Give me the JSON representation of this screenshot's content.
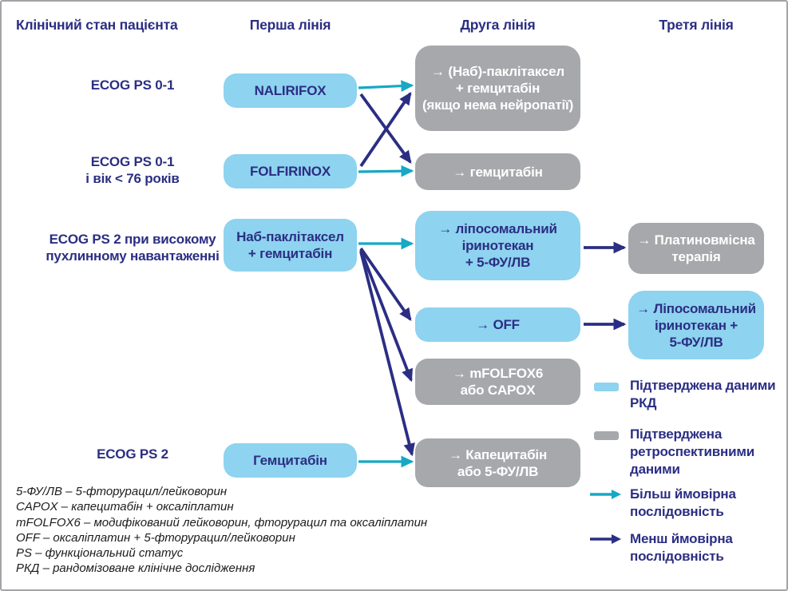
{
  "colors": {
    "navy": "#2b2e83",
    "cyan": "#16a8c4",
    "box_blue": "#8ed3ef",
    "box_gray": "#a6a8ab",
    "box_gray_text": "#ffffff",
    "footnote_text": "#1c1c1c",
    "frame_border": "#a2a4a7"
  },
  "columns": {
    "patient_state": "Клінічний стан пацієнта",
    "first_line": "Перша лінія",
    "second_line": "Друга лінія",
    "third_line": "Третя лінія"
  },
  "patient_states": [
    "ECOG PS 0-1",
    "ECOG PS 0-1\nі вік < 76 років",
    "ECOG PS 2 при високому\nпухлинному навантаженні",
    "ECOG PS 2"
  ],
  "first_line_boxes": [
    {
      "label": "NALIRIFOX",
      "style": "blue"
    },
    {
      "label": "FOLFIRINOX",
      "style": "blue"
    },
    {
      "label": "Наб-паклітаксел\n+ гемцитабін",
      "style": "blue"
    },
    {
      "label": "Гемцитабін",
      "style": "blue"
    }
  ],
  "second_line_boxes": [
    {
      "label": "→ (Наб)-паклітаксел\n+ гемцитабін\n(якщо нема нейропатії)",
      "style": "gray"
    },
    {
      "label": "→ гемцитабін",
      "style": "gray"
    },
    {
      "label": "→ ліпосомальний\nіринотекан\n+ 5-ФУ/ЛВ",
      "style": "blue"
    },
    {
      "label": "→ OFF",
      "style": "blue"
    },
    {
      "label": "→ mFOLFOX6\nабо CAPOX",
      "style": "gray"
    },
    {
      "label": "→ Капецитабін\nабо 5-ФУ/ЛВ",
      "style": "gray"
    }
  ],
  "third_line_boxes": [
    {
      "label": "→ Платиновмісна\nтерапія",
      "style": "gray"
    },
    {
      "label": "→ Ліпосомальний\nіринотекан +\n5-ФУ/ЛВ",
      "style": "blue"
    }
  ],
  "connections": [
    {
      "from": "NALIRIFOX",
      "to": "(Наб)-паклітаксел + гемцитабін",
      "likelihood": "more"
    },
    {
      "from": "NALIRIFOX",
      "to": "гемцитабін",
      "likelihood": "less"
    },
    {
      "from": "FOLFIRINOX",
      "to": "гемцитабін",
      "likelihood": "more"
    },
    {
      "from": "FOLFIRINOX",
      "to": "(Наб)-паклітаксел + гемцитабін",
      "likelihood": "less"
    },
    {
      "from": "Наб-паклітаксел + гемцитабін",
      "to": "ліпосомальний іринотекан + 5-ФУ/ЛВ",
      "likelihood": "more"
    },
    {
      "from": "Наб-паклітаксел + гемцитабін",
      "to": "OFF",
      "likelihood": "less"
    },
    {
      "from": "Наб-паклітаксел + гемцитабін",
      "to": "mFOLFOX6 або CAPOX",
      "likelihood": "less"
    },
    {
      "from": "Наб-паклітаксел + гемцитабін",
      "to": "Капецитабін або 5-ФУ/ЛВ",
      "likelihood": "less"
    },
    {
      "from": "Гемцитабін",
      "to": "Капецитабін або 5-ФУ/ЛВ",
      "likelihood": "more"
    },
    {
      "from": "ліпосомальний іринотекан + 5-ФУ/ЛВ",
      "to": "Платиновмісна терапія",
      "likelihood": "less"
    },
    {
      "from": "OFF",
      "to": "Ліпосомальний іринотекан + 5-ФУ/ЛВ",
      "likelihood": "less"
    }
  ],
  "legend": [
    {
      "swatch": "blue-bar",
      "label": "Підтверджена даними\nРКД"
    },
    {
      "swatch": "gray-bar",
      "label": "Підтверджена\nретроспективними\nданими"
    },
    {
      "swatch": "cyan-arrow",
      "label": "Більш ймовірна\nпослідовність"
    },
    {
      "swatch": "navy-arrow",
      "label": "Менш ймовірна\nпослідовність"
    }
  ],
  "footnotes": [
    "5-ФУ/ЛВ – 5-фторурацил/лейковорин",
    "CAPOX – капецитабін + оксаліплатин",
    "mFOLFOX6 – модифікований лейковорин, фторурацил та оксаліплатин",
    "OFF – оксаліплатин + 5-фторурацил/лейковорин",
    "PS – функціональний статус",
    "РКД – рандомізоване клінічне дослідження"
  ]
}
